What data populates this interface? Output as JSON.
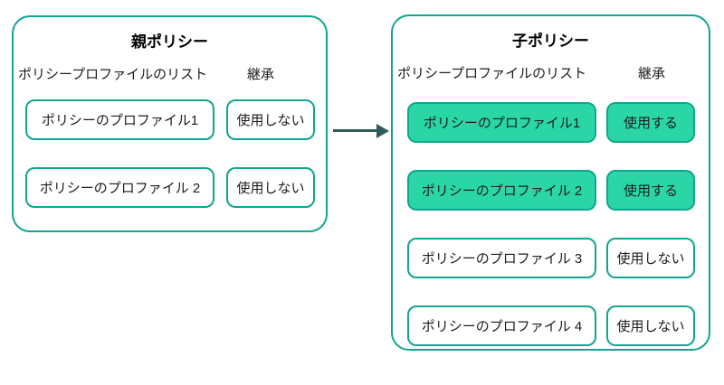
{
  "colors": {
    "teal_border": "#0FA78E",
    "teal_fill": "#2BD6A6",
    "arrow": "#2D5D5A",
    "text": "#1C1C1C"
  },
  "parent_policy": {
    "title": "親ポリシー",
    "columns": {
      "profiles_list": "ポリシープロファイルのリスト",
      "inheritance": "継承"
    },
    "rows": [
      {
        "profile": "ポリシーのプロファイル1",
        "inheritance": "使用しない",
        "highlighted": false
      },
      {
        "profile": "ポリシーのプロファイル 2",
        "inheritance": "使用しない",
        "highlighted": false
      }
    ]
  },
  "child_policy": {
    "title": "子ポリシー",
    "columns": {
      "profiles_list": "ポリシープロファイルのリスト",
      "inheritance": "継承"
    },
    "rows": [
      {
        "profile": "ポリシーのプロファイル1",
        "inheritance": "使用する",
        "highlighted": true
      },
      {
        "profile": "ポリシーのプロファイル 2",
        "inheritance": "使用する",
        "highlighted": true
      },
      {
        "profile": "ポリシーのプロファイル 3",
        "inheritance": "使用しない",
        "highlighted": false
      },
      {
        "profile": "ポリシーのプロファイル 4",
        "inheritance": "使用しない",
        "highlighted": false
      }
    ]
  }
}
